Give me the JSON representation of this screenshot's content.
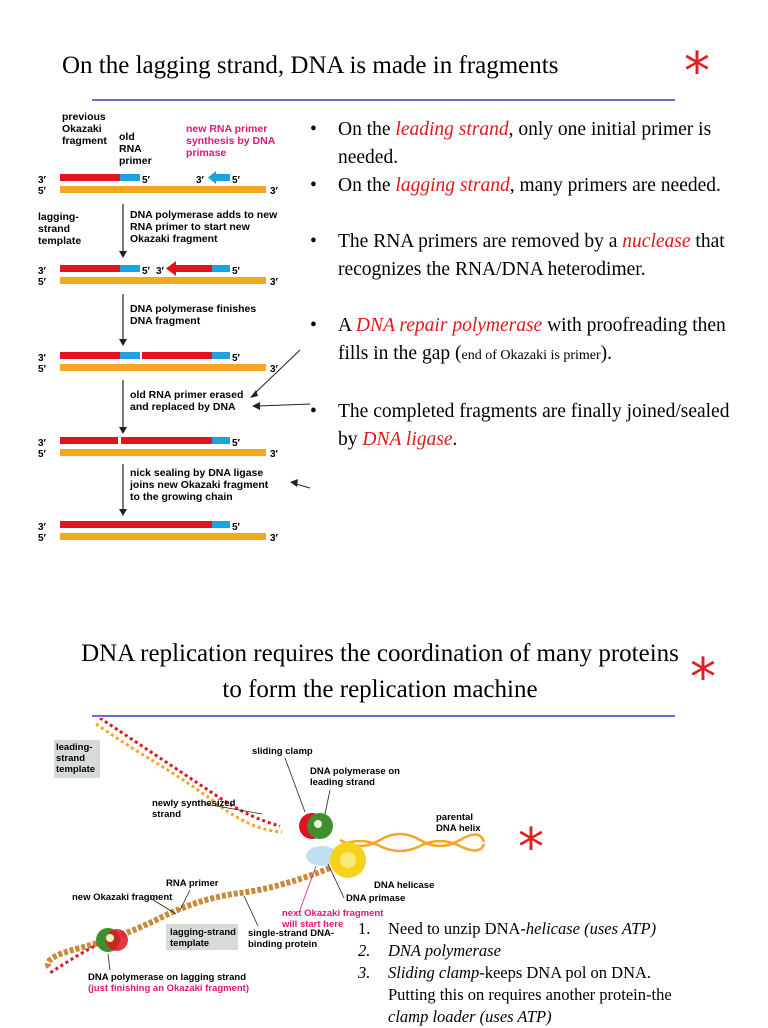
{
  "slide1": {
    "title": "On the lagging strand, DNA is made in fragments",
    "star": "*",
    "diagram": {
      "label_prev_okazaki": "previous Okazaki fragment",
      "label_old_rna": "old RNA primer",
      "label_new_primer": "new RNA primer synthesis by DNA primase",
      "label_template": "lagging-strand template",
      "step1": "DNA polymerase adds to new RNA primer to start new Okazaki fragment",
      "step2": "DNA polymerase finishes DNA fragment",
      "step3": "old RNA primer erased and replaced by DNA",
      "step4": "nick sealing by DNA ligase joins new Okazaki fragment to the growing chain",
      "end3": "3′",
      "end5": "5′"
    },
    "bullets": {
      "b1_pre": "On the ",
      "b1_em": "leading strand",
      "b1_post": ", only one initial primer is needed.",
      "b2_pre": "On the ",
      "b2_em": "lagging strand",
      "b2_post": ", many primers are needed.",
      "b3_pre": "The RNA primers are removed by a ",
      "b3_em": "nuclease",
      "b3_post": " that recognizes the RNA/DNA heterodimer.",
      "b4_pre": "A ",
      "b4_em": "DNA repair polymerase",
      "b4_post": " with proofreading then fills in the gap (",
      "b4_small": "end of Okazaki is primer",
      "b4_end": ").",
      "b5_pre": "The completed fragments are finally joined/sealed by ",
      "b5_em": "DNA ligase",
      "b5_post": "."
    }
  },
  "slide2": {
    "title": "DNA replication requires the coordination of many proteins to form the replication machine",
    "star": "*",
    "star2": "*",
    "diagram": {
      "leading_template": "leading-strand template",
      "sliding_clamp": "sliding clamp",
      "pol_leading": "DNA polymerase on leading strand",
      "newly_synth": "newly synthesized strand",
      "parental": "parental DNA helix",
      "helicase": "DNA helicase",
      "primase": "DNA primase",
      "rna_primer": "RNA primer",
      "new_okazaki": "new Okazaki fragment",
      "next_okazaki": "next Okazaki fragment will start here",
      "lagging_template": "lagging-strand template",
      "ssb": "single-strand DNA-binding protein",
      "pol_lagging": "DNA polymerase on lagging strand",
      "pol_lagging_note": "(just finishing an Okazaki fragment)"
    },
    "list": {
      "n1": "1.",
      "i1_pre": "Need to unzip DNA-",
      "i1_em": "helicase (uses ATP)",
      "n2": "2.",
      "i2_em": "DNA polymerase",
      "n3": "3.",
      "i3_em": "Sliding clamp",
      "i3_post": "-keeps DNA pol on DNA.",
      "i3_line2": "Putting this on requires another protein-the",
      "i3_line3": "clamp loader (uses ATP)"
    }
  },
  "colors": {
    "accent_red": "#e01818",
    "rule_blue": "#6b6bd6",
    "dna_red": "#e0141e",
    "dna_blue": "#1aa3e0",
    "dna_orange": "#f5a623"
  }
}
